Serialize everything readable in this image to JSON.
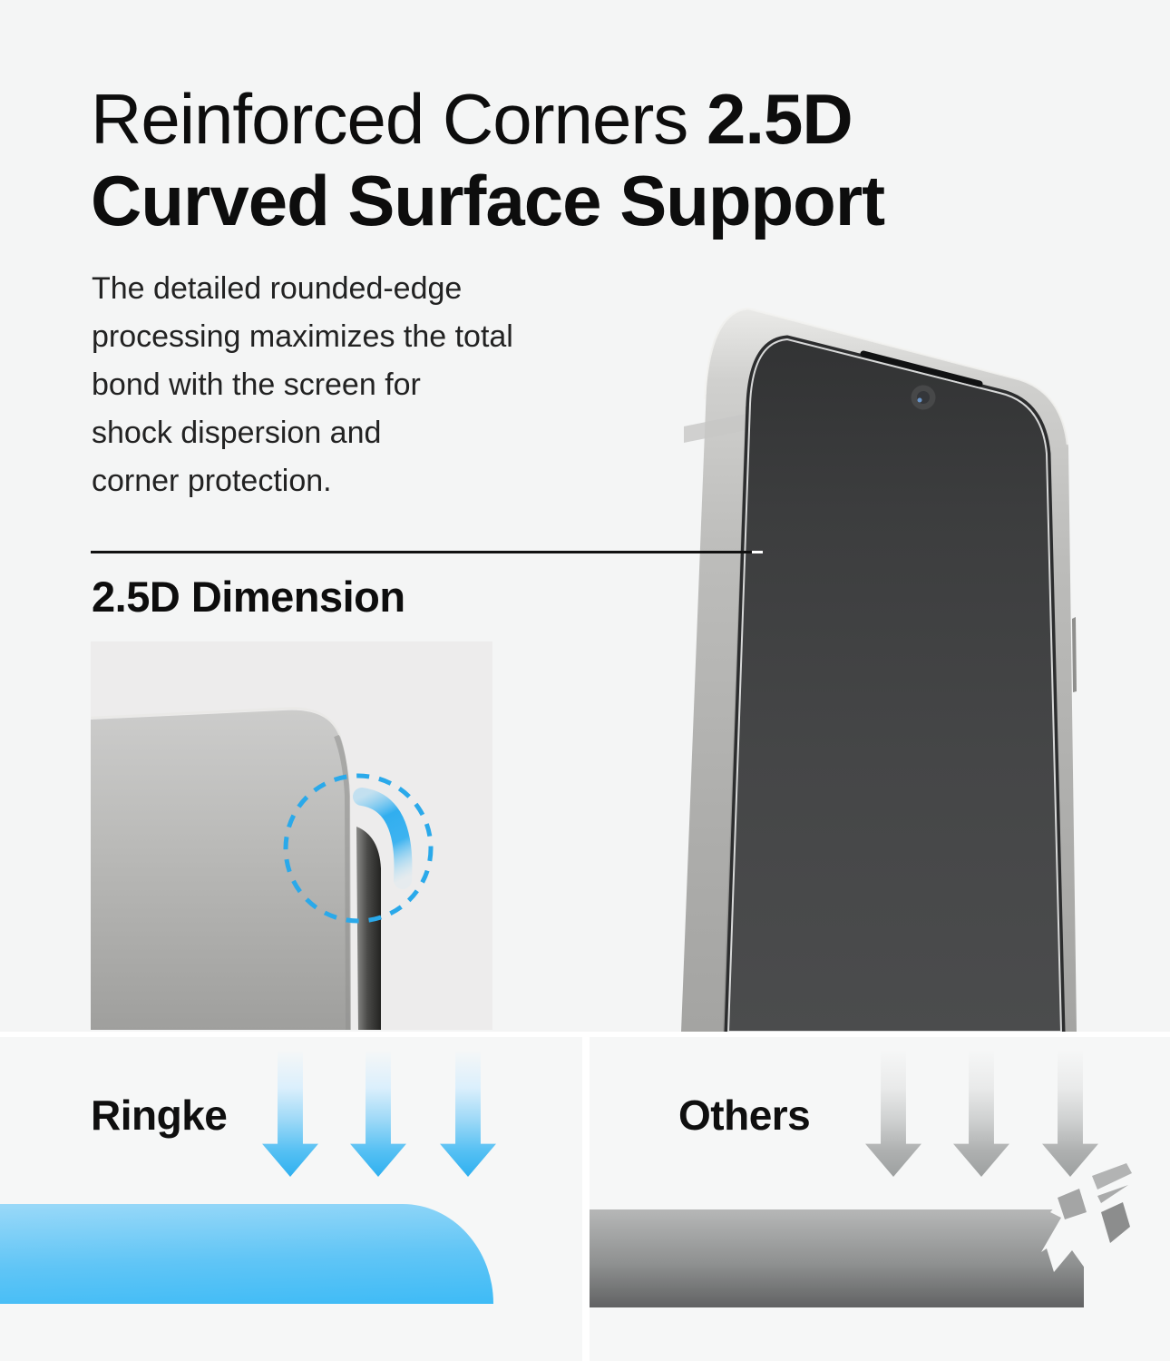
{
  "title": {
    "line1_regular": "Reinforced Corners ",
    "line1_bold": "2.5D",
    "line2_bold": "Curved Surface Support"
  },
  "description": "The detailed rounded-edge\nprocessing maximizes the total\nbond with the screen for\nshock dispersion and\ncorner protection.",
  "dimension": {
    "heading": "2.5D Dimension"
  },
  "comparison": {
    "ringke_label": "Ringke",
    "others_label": "Others"
  },
  "icons": {
    "impact_arrow": "down-arrow",
    "shatter": "broken-corner-shards",
    "highlight_circle": "dashed-circle",
    "curve_arc": "rounded-edge-arc"
  },
  "colors": {
    "page_bg": "#f4f5f5",
    "closeup_panel_bg": "#edecec",
    "bottom_panel_bg": "#f6f7f7",
    "accent_blue": "#31b1f0",
    "dash_circle_blue": "#2aa9ea",
    "blue_surface_top": "#9ad9f8",
    "blue_surface_bottom": "#3ebbf6",
    "grey_surface_top": "#b6b7b7",
    "grey_surface_bottom": "#616263",
    "titanium_light": "#d5d5d3",
    "titanium_dark": "#a3a3a1",
    "screen_dark": "#3c3d3e"
  }
}
